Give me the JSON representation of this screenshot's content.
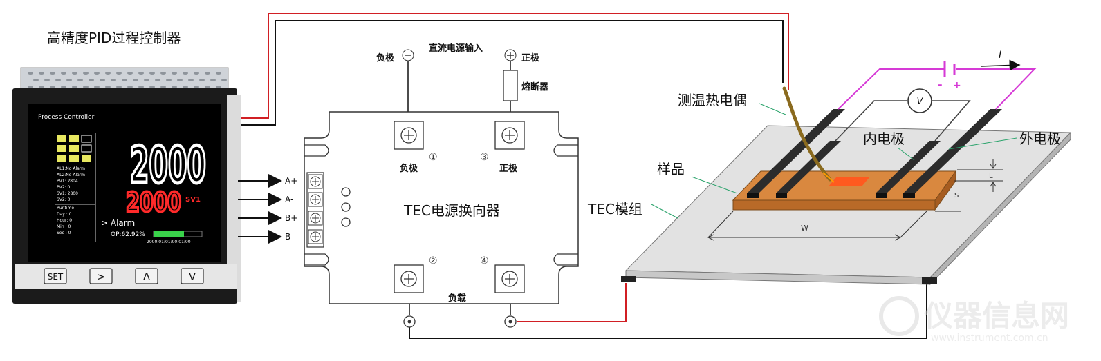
{
  "colors": {
    "red_wire": "#d11f24",
    "black_wire": "#111111",
    "magenta_wire": "#d63ad6",
    "tec_plate": "#e2e2e2",
    "sample": "#d9883f",
    "heater": "#ff5a1f",
    "electrode": "#2c2c2c",
    "thermocouple": "#8a6a1e",
    "leader_line": "#2aa36b",
    "screen_bg": "#000000",
    "pv_color": "#ffffff",
    "sv_color": "#ff2a2a"
  },
  "controller": {
    "title": "高精度PID过程控制器",
    "screen_header": "Process Controller",
    "status_lines": [
      "AL1:No Alarm",
      "AL2:No Alarm",
      "PV1: 2804",
      "PV2: 0",
      "SV1: 2800",
      "SV2: 0"
    ],
    "runtime_lines": [
      "Runtime",
      "Day : 0",
      "Hour: 0",
      "Min : 0",
      "Sec : 0"
    ],
    "pv_value": "2000",
    "sv_value": "2000",
    "sv_tag": "SV1",
    "alarm_text": "> Alarm",
    "op_text": "OP:62.92%",
    "op_level": 0.6292,
    "datetime_text": "2000:01:01:00:01:00",
    "buttons": [
      "SET",
      ">",
      "Λ",
      "V"
    ]
  },
  "switcher": {
    "dc_input_label": "直流电源输入",
    "neg_terminal_label": "负极",
    "pos_terminal_label": "正极",
    "fuse_label": "熔断器",
    "neg_pole_label": "负极",
    "pos_pole_label": "正极",
    "load_label": "负载",
    "name": "TEC电源换向器",
    "terminal_numbers": [
      "①",
      "②",
      "③",
      "④"
    ],
    "inputs": [
      "A+",
      "A-",
      "B+",
      "B-"
    ]
  },
  "sample_setup": {
    "thermocouple_label": "测温热电偶",
    "inner_electrode_label": "内电极",
    "outer_electrode_label": "外电极",
    "sample_label": "样品",
    "tec_module_label": "TEC模组",
    "current_label": "I",
    "voltmeter_label": "V",
    "battery_minus": "-",
    "battery_plus": "+",
    "dim_w": "W",
    "dim_l": "L",
    "dim_s": "S"
  },
  "watermark": {
    "brand": "仪器信息网",
    "url": "www.instrument.com.cn"
  }
}
